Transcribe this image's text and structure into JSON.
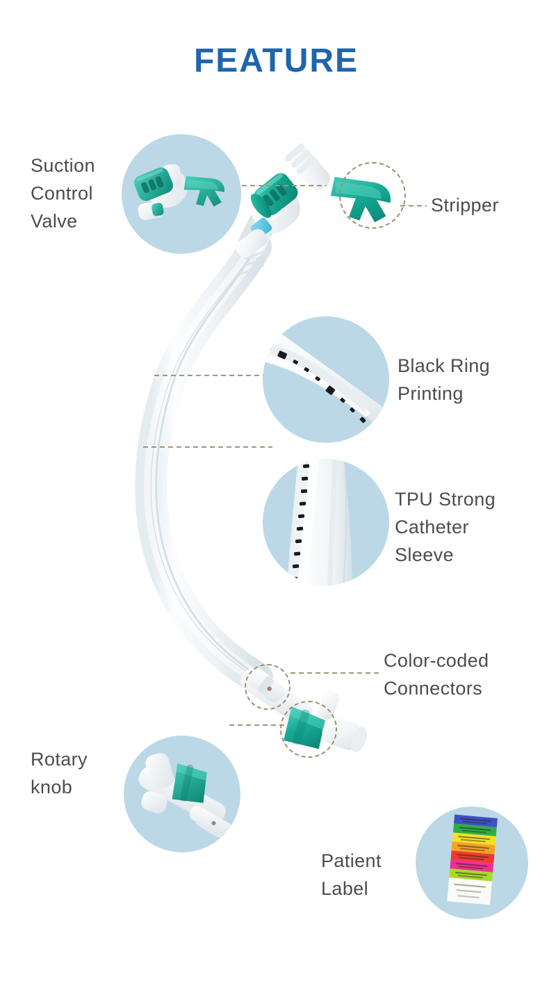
{
  "page": {
    "background_color": "#ffffff",
    "title": "FEATURE",
    "title_color": "#1f66ac",
    "frame_color": "#3e7fbb",
    "label_color": "#4c4c4c",
    "circle_background": "#bcd8e7",
    "leader_line_color": "#a5937a",
    "accent_teal": "#1ba893",
    "accent_blue": "#45b9da"
  },
  "callouts": [
    {
      "id": "suction-control-valve",
      "label": "Suction\nControl\nValve",
      "position": "top-left",
      "has_zoom_circle": true,
      "zoom_circle_contents": "teal suction control valve and stripper tool"
    },
    {
      "id": "stripper",
      "label": "Stripper",
      "position": "top-right",
      "has_zoom_circle": false,
      "has_dashed_highlight": true
    },
    {
      "id": "black-ring-printing",
      "label": "Black Ring\nPrinting",
      "position": "middle-right",
      "has_zoom_circle": true,
      "zoom_circle_contents": "catheter tube with black ring depth markings"
    },
    {
      "id": "tpu-strong-catheter-sleeve",
      "label": "TPU Strong\nCatheter\nSleeve",
      "position": "middle-right",
      "has_zoom_circle": true,
      "zoom_circle_contents": "transparent TPU sleeve over catheter"
    },
    {
      "id": "color-coded-connectors",
      "label": "Color-coded\nConnectors",
      "position": "lower-right",
      "has_zoom_circle": false,
      "has_dashed_highlight": true
    },
    {
      "id": "rotary-knob",
      "label": "Rotary\nknob",
      "position": "lower-left",
      "has_zoom_circle": true,
      "zoom_circle_contents": "connector with green rotary knob"
    },
    {
      "id": "patient-label",
      "label": "Patient\nLabel",
      "position": "bottom-right",
      "has_zoom_circle": true,
      "zoom_circle_contents": "stack of color-coded day-of-week patient label strips"
    }
  ],
  "patient_label_strips": [
    {
      "color": "#3f51c4"
    },
    {
      "color": "#2eae4a"
    },
    {
      "color": "#f4e124"
    },
    {
      "color": "#f6a223"
    },
    {
      "color": "#ef3a2b"
    },
    {
      "color": "#ef2f91"
    },
    {
      "color": "#a8d92c"
    },
    {
      "color": "#fbfbf5"
    }
  ],
  "product": {
    "name": "closed suction catheter system",
    "valve_color": "#1ba893",
    "body_color": "#ffffff",
    "accent_color": "#45b9da"
  }
}
